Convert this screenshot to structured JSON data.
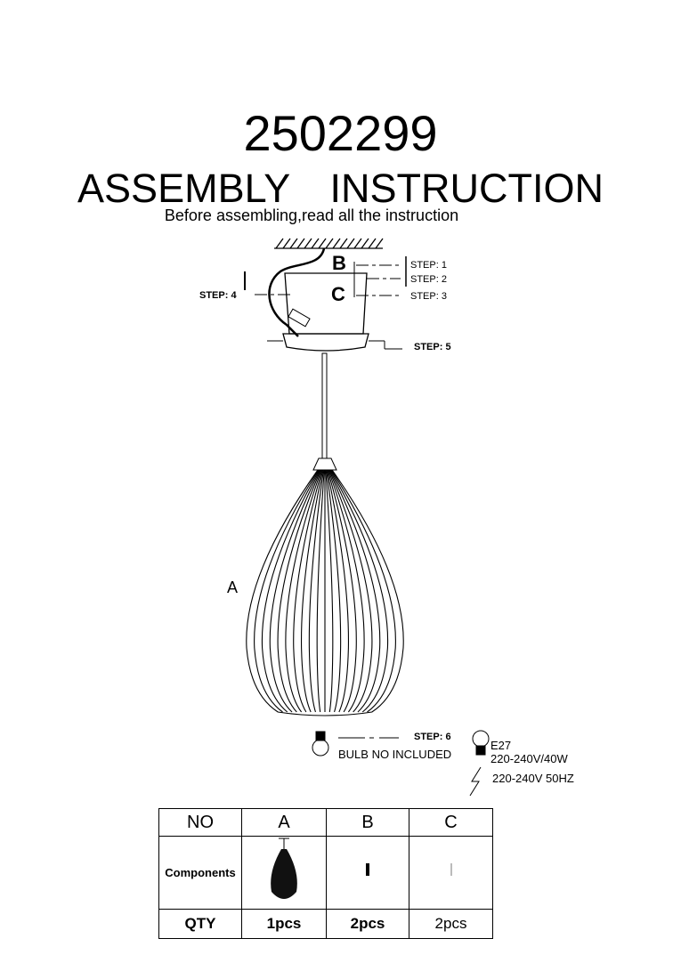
{
  "header": {
    "model": "2502299",
    "title": "ASSEMBLY  INSTRUCTION",
    "subtitle": "Before assembling,read all the instruction"
  },
  "diagram": {
    "labels": {
      "a": "A",
      "b": "B",
      "c": "C"
    },
    "steps": [
      "STEP: 1",
      "STEP: 2",
      "STEP: 3",
      "STEP: 4",
      "STEP: 5",
      "STEP: 6"
    ],
    "bulb_note": "BULB NO INCLUDED",
    "bulb_type": "E27",
    "bulb_power": "220-240V/40W",
    "voltage": "220-240V 50HZ"
  },
  "table": {
    "headers": [
      "NO",
      "A",
      "B",
      "C"
    ],
    "row_components_label": "Components",
    "row_qty_label": "QTY",
    "qty": [
      "1pcs",
      "2pcs",
      "2pcs"
    ]
  }
}
